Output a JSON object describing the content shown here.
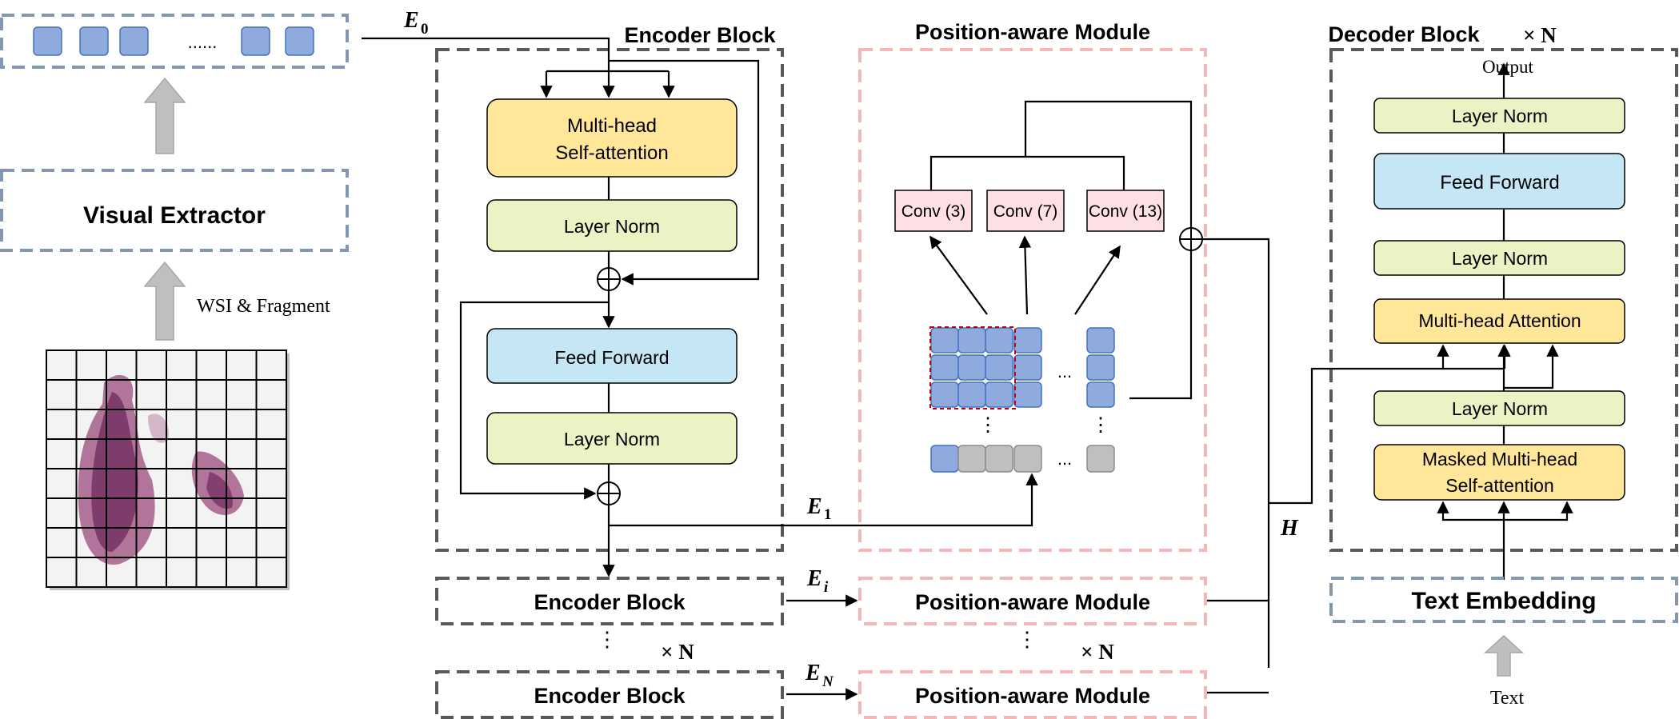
{
  "input": {
    "token_ellipsis": "......",
    "visual_extractor": "Visual Extractor",
    "wsi_label": "WSI & Fragment"
  },
  "encoder": {
    "title": "Encoder Block",
    "mhsa_line1": "Multi-head",
    "mhsa_line2": "Self-attention",
    "layer_norm_1": "Layer Norm",
    "feed_forward": "Feed Forward",
    "layer_norm_2": "Layer Norm",
    "stack_block_i": "Encoder Block",
    "stack_block_n": "Encoder Block",
    "vdots": "⋮",
    "times_n": "× N"
  },
  "embeddings": {
    "e0": {
      "letter": "E",
      "sub": "0"
    },
    "e1": {
      "letter": "E",
      "sub": "1"
    },
    "ei": {
      "letter": "E",
      "sub": "i"
    },
    "en": {
      "letter": "E",
      "sub": "N"
    },
    "h": "H"
  },
  "position_module": {
    "title": "Position-aware Module",
    "conv3": "Conv (3)",
    "conv7": "Conv (7)",
    "conv13": "Conv (13)",
    "hdots": "...",
    "vdots": "⋮",
    "stack_module_i": "Position-aware Module",
    "stack_module_n": "Position-aware Module",
    "stack_vdots": "⋮",
    "times_n": "× N"
  },
  "decoder": {
    "title": "Decoder Block",
    "times_n": "× N",
    "output": "Output",
    "layer_norm_top": "Layer Norm",
    "feed_forward": "Feed Forward",
    "layer_norm_mid": "Layer Norm",
    "mha": "Multi-head Attention",
    "layer_norm_bottom": "Layer Norm",
    "masked_line1": "Masked Multi-head",
    "masked_line2": "Self-attention",
    "text_embedding": "Text Embedding",
    "text_label": "Text"
  },
  "colors": {
    "yellow_fill": "#FFE699",
    "yellow_stroke": "#B89B3E",
    "green_fill": "#EDF2C5",
    "green_stroke": "#6E7452",
    "blue_fill": "#C5E6F5",
    "blue_stroke": "#4B6C80",
    "pink_fill": "#FCE0E3",
    "token_blue": "#8FAADC",
    "token_gray": "#BFBFBF",
    "dash_gray": "#595959",
    "dash_pink": "#F4B6B6",
    "dash_blue": "#8497B0"
  }
}
